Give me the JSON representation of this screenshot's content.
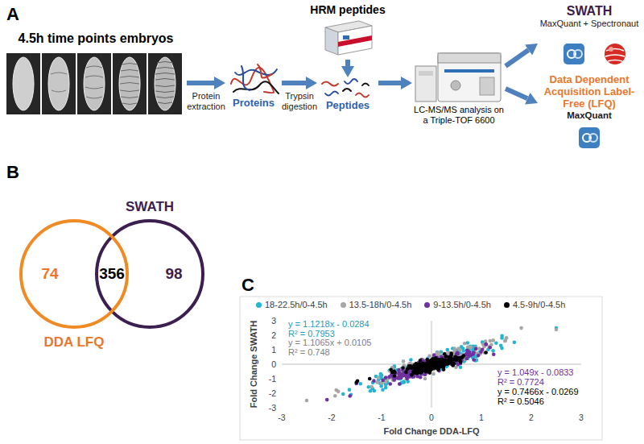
{
  "diagram": {
    "nodes": [
      {
        "text": [
          "4.5h time points embryos"
        ]
      },
      {
        "text": [
          "Proteins"
        ]
      },
      {
        "text": [
          "HRM peptides"
        ]
      },
      {
        "text": [
          "Peptides"
        ]
      },
      {
        "text": [
          "LC-MS/MS analysis on a Triple-TOF 6600"
        ]
      },
      {
        "text": [
          "SWATH",
          "MaxQuant + Spectronaut"
        ]
      },
      {
        "text": [
          "Data Dependent Acquisition Label-Free (LFQ)",
          "MaxQuant"
        ]
      },
      {
        "text": [
          "SWATH",
          "98"
        ]
      },
      {
        "text": [
          "DDA LFQ",
          "74"
        ]
      }
    ],
    "edges": [
      {
        "from": 0,
        "to": 1,
        "arrow": "to",
        "label": "Protein extraction"
      },
      {
        "from": 1,
        "to": 3,
        "arrow": "to",
        "label": "Trypsin digestion"
      },
      {
        "from": 2,
        "to": 3,
        "arrow": "to"
      },
      {
        "from": 3,
        "to": 4,
        "arrow": "to"
      },
      {
        "from": 4,
        "to": 5,
        "arrow": "to"
      },
      {
        "from": 4,
        "to": 6,
        "arrow": "to"
      }
    ],
    "labels": [
      "A",
      "B",
      "C",
      "356",
      "Fold Change SWATH",
      "Fold Change DDA-LFQ",
      "-3",
      "-2",
      "-1",
      "0",
      "1",
      "2",
      "3",
      "3",
      "2",
      "1",
      "0",
      "-1",
      "-2",
      "-3",
      "y = 1.1218x - 0.0284",
      "R² = 0.7953",
      "y = 1.1065x + 0.0105",
      "R² = 0.748",
      "y = 1.049x - 0.0833",
      "R² = 0.7724",
      "y = 0.7466x - 0.0269",
      "R² = 0.5046"
    ],
    "legend": [
      {
        "text": "18-22.5h/0-4.5h",
        "color": "#22b5d2"
      },
      {
        "text": "13.5-18h/0-4.5h",
        "color": "#a6a6a6"
      },
      {
        "text": "9-13.5h/0-4.5h",
        "color": "#7030a0"
      },
      {
        "text": "4.5-9h/0-4.5h",
        "color": "#000000"
      }
    ]
  }
}
